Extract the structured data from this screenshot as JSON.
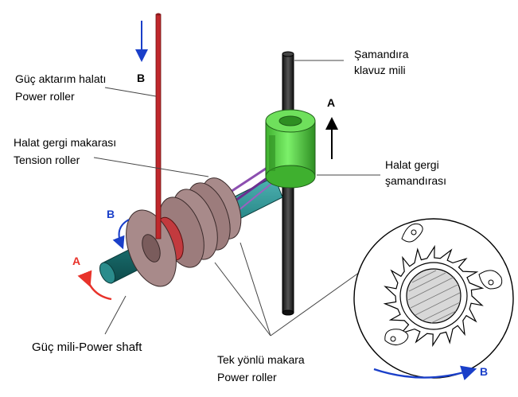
{
  "labels": {
    "power_rope": [
      "Güç aktarım halatı",
      "Power roller"
    ],
    "tension_roller": [
      "Halat gergi makarası",
      "Tension roller"
    ],
    "float_guide": [
      "Şamandıra",
      "klavuz mili"
    ],
    "tension_float": [
      "Halat gergi",
      "şamandırası"
    ],
    "power_shaft": "Güç mili-Power shaft",
    "one_way_roller": [
      "Tek yönlü makara",
      "Power roller"
    ]
  },
  "markers": {
    "a_top": "A",
    "a_bottom": "A",
    "b_top": "B",
    "b_mid": "B",
    "b_bottom": "B"
  },
  "colors": {
    "rope_red": "#c0282c",
    "float_green": "#5fd84a",
    "shaft_teal": "#1f7d7d",
    "disk_mauve": "#9c7c7c",
    "guide_black": "#1a1a1a",
    "arrow_blue": "#1a3fc9",
    "arrow_red": "#e8322a"
  }
}
